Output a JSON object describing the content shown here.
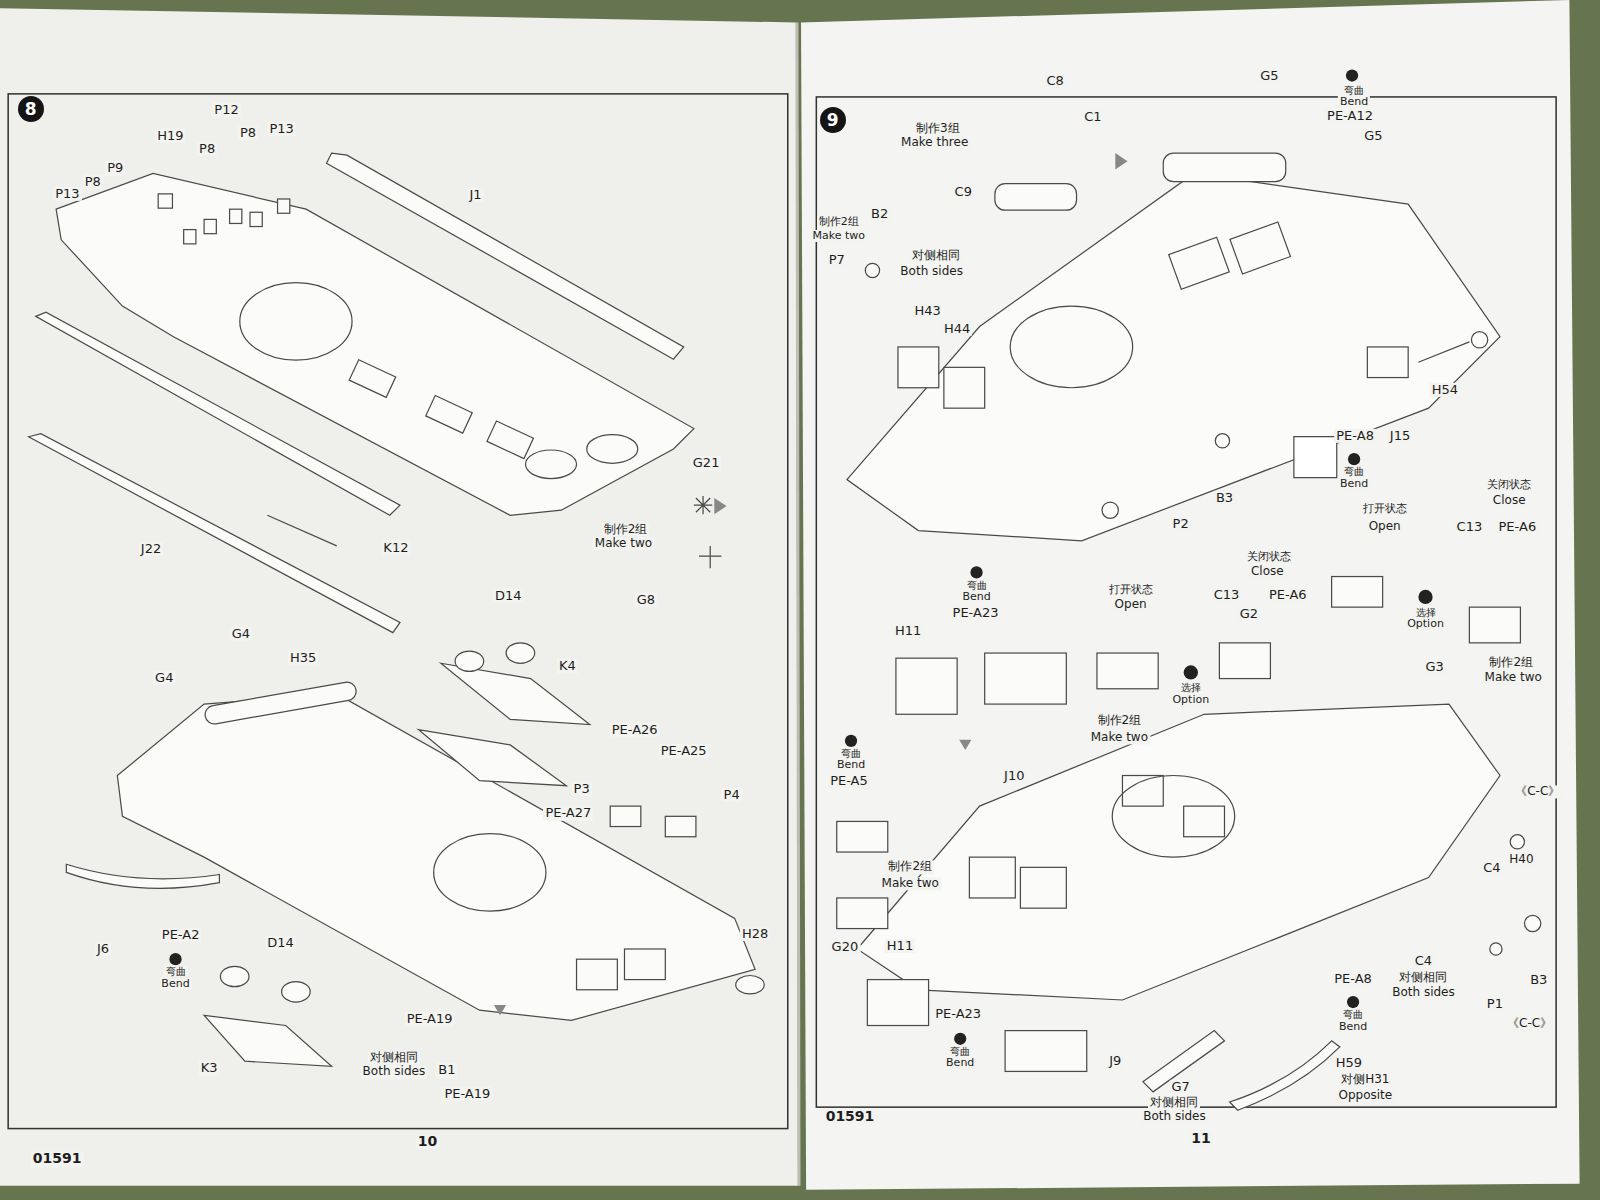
{
  "diagram": {
    "nodes": [
      {
        "text": [
          "8"
        ]
      },
      {
        "text": [
          "9"
        ]
      }
    ],
    "labels": [
      "P12",
      "P13",
      "P8",
      "H19",
      "P8",
      "P9",
      "P8",
      "P13",
      "J1",
      "G21",
      "制作2组",
      "Make two",
      "G8",
      "J22",
      "K12",
      "D14",
      "G4",
      "G4",
      "H35",
      "K4",
      "PE-A26",
      "PE-A25",
      "P3",
      "P4",
      "PE-A27",
      "H28",
      "J6",
      "PE-A2",
      "弯曲",
      "Bend",
      "D14",
      "K3",
      "PE-A19",
      "对侧相同",
      "Both sides",
      "B1",
      "PE-A19",
      "01591",
      "10",
      "C8",
      "C1",
      "制作3组",
      "Make three",
      "C9",
      "G5",
      "弯曲",
      "Bend",
      "PE-A12",
      "G5",
      "制作2组",
      "Make two",
      "B2",
      "P7",
      "对侧相同",
      "Both sides",
      "H43",
      "H44",
      "H54",
      "PE-A8",
      "J15",
      "弯曲",
      "Bend",
      "B3",
      "P2",
      "关闭状态",
      "Close",
      "打开状态",
      "Open",
      "C13",
      "PE-A6",
      "关闭状态",
      "Close",
      "打开状态",
      "Open",
      "C13",
      "PE-A6",
      "G2",
      "选择",
      "Option",
      "弯曲",
      "Bend",
      "PE-A23",
      "H11",
      "选择",
      "Option",
      "G3",
      "制作2组",
      "Make two",
      "制作2组",
      "Make two",
      "J10",
      "弯曲",
      "Bend",
      "PE-A5",
      "《C-C》",
      "H40",
      "C4",
      "制作2组",
      "Make two",
      "G20",
      "H11",
      "C4",
      "PE-A8",
      "对侧相同",
      "Both sides",
      "B3",
      "P1",
      "弯曲",
      "Bend",
      "《C-C》",
      "PE-A23",
      "弯曲",
      "Bend",
      "J9",
      "H59",
      "对侧H31",
      "Opposite",
      "G7",
      "对侧相同",
      "Both sides",
      "01591",
      "11"
    ]
  }
}
